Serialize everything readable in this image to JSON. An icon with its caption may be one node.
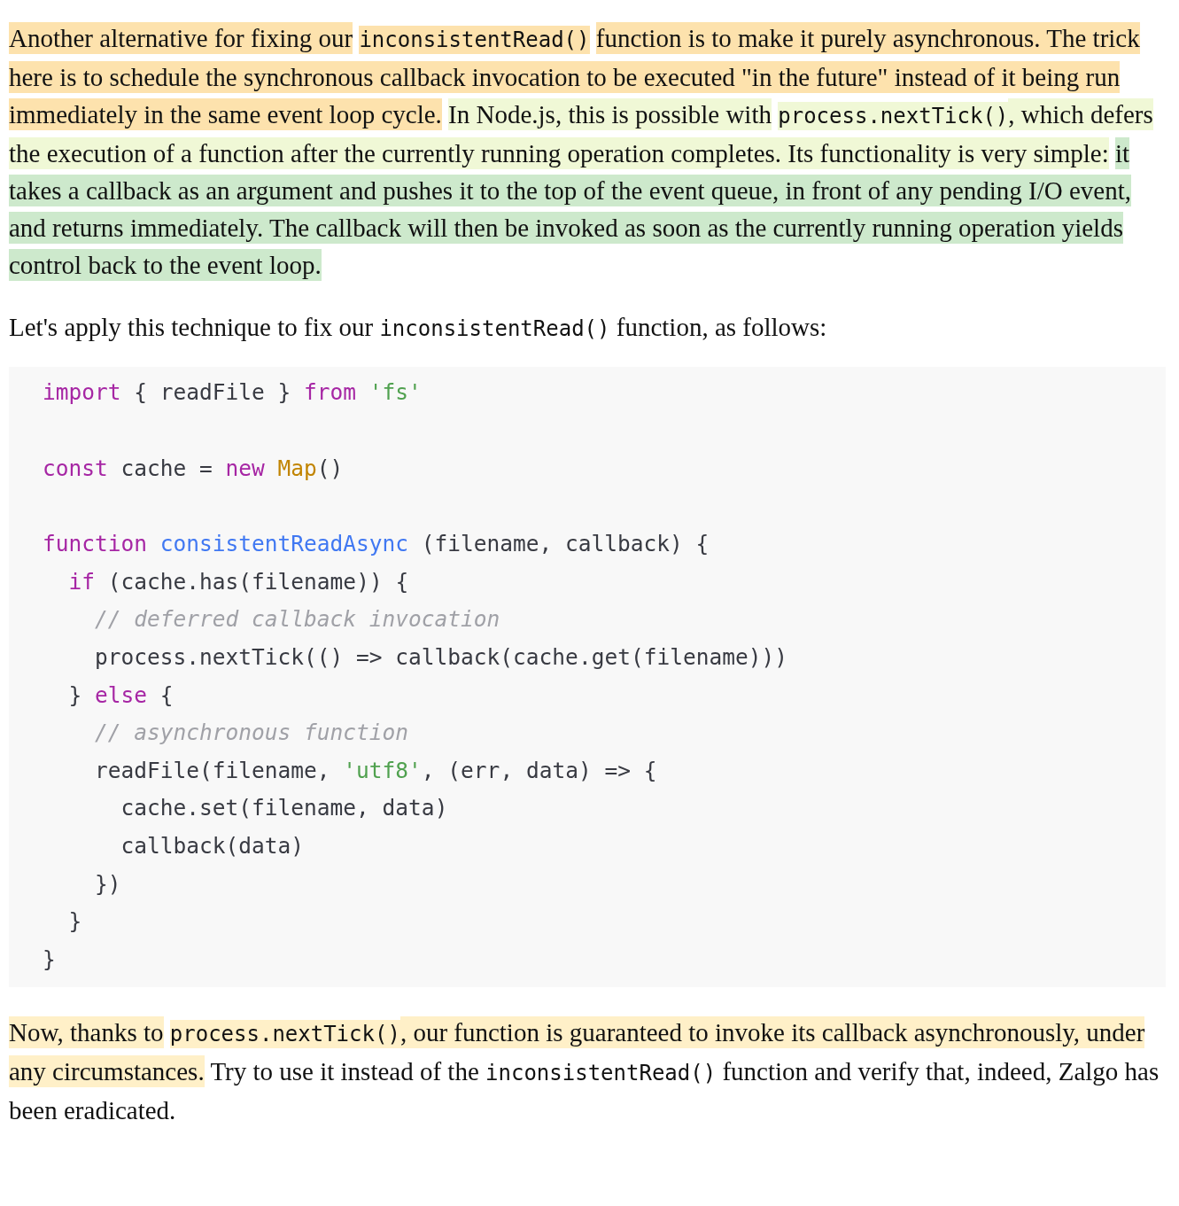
{
  "diagram": {
    "nodes": [
      {
        "text": [
          "import { readFile } from 'fs'",
          "const cache = new Map()",
          "function consistentReadAsync (filename, callback) {",
          "  if (cache.has(filename)) {",
          "    // deferred callback invocation",
          "    process.nextTick(() => callback(cache.get(filename)))",
          "  } else {",
          "    // asynchronous function",
          "    readFile(filename, 'utf8', (err, data) => {",
          "      cache.set(filename, data)",
          "      callback(data)",
          "    })",
          "  }",
          "}"
        ]
      }
    ],
    "labels": [
      "Another alternative for fixing our",
      "inconsistentRead()",
      "function is to make it purely asynchronous. The trick here is to schedule the synchronous callback invocation to be executed \"in the future\" instead of it being run immediately in the same event loop cycle.",
      "In Node.js, this is possible with",
      "process.nextTick()",
      ", which defers the execution of a function after the currently running operation completes. Its functionality is very simple:",
      "it takes a callback as an argument and pushes it to the top of the event queue, in front of any pending I/O event, and returns immediately. The callback will then be invoked as soon as the currently running operation yields control back to the event loop.",
      "Let's apply this technique to fix our",
      "inconsistentRead()",
      "function, as follows:",
      "Now, thanks to",
      "process.nextTick()",
      ", our function is guaranteed to invoke its callback asynchronously, under any circumstances.",
      "Try to use it instead of the",
      "inconsistentRead()",
      "function and verify that, indeed, Zalgo has been eradicated."
    ]
  }
}
